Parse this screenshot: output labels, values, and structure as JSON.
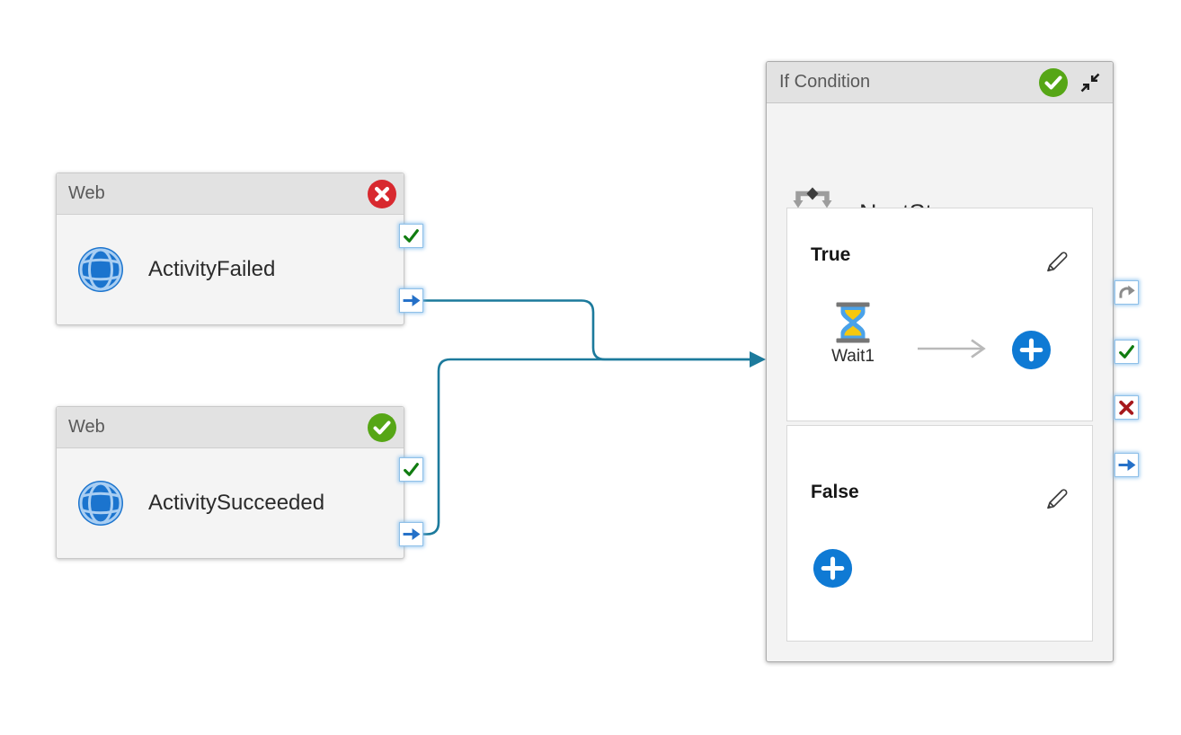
{
  "nodes": {
    "activity_failed": {
      "type_label": "Web",
      "name": "ActivityFailed",
      "status": "Failed",
      "status_icon": "error-circle-icon",
      "activity_icon": "globe-icon",
      "ports": [
        "success-check",
        "completion-arrow"
      ]
    },
    "activity_succeeded": {
      "type_label": "Web",
      "name": "ActivitySucceeded",
      "status": "Succeeded",
      "status_icon": "success-circle-icon",
      "activity_icon": "globe-icon",
      "ports": [
        "success-check",
        "completion-arrow"
      ]
    },
    "if_condition": {
      "type_label": "If Condition",
      "name": "NextStep",
      "status": "Succeeded",
      "status_icon": "success-circle-icon",
      "activity_icon": "if-condition-branch-icon",
      "collapse_icon": "collapse-diagonal-arrows-icon",
      "ports": [
        "skipped-curved-arrow",
        "success-check",
        "failure-x",
        "completion-arrow"
      ],
      "true_branch": {
        "label": "True",
        "edit_icon": "pencil-icon",
        "activities": [
          {
            "name": "Wait1",
            "type": "Wait",
            "icon": "hourglass-icon"
          }
        ],
        "add_icon": "plus-circle-icon"
      },
      "false_branch": {
        "label": "False",
        "edit_icon": "pencil-icon",
        "activities": [],
        "add_icon": "plus-circle-icon"
      }
    }
  },
  "connections": [
    {
      "from": "ActivityFailed",
      "to": "NextStep"
    },
    {
      "from": "ActivitySucceeded",
      "to": "NextStep"
    }
  ],
  "colors": {
    "connector": "#1c7a9c",
    "accent_blue": "#0f7ad4",
    "globe_blue": "#1b74ce",
    "success_green": "#56a616",
    "error_red": "#d8292f",
    "port_check_green": "#107c10",
    "port_x_red": "#a6181c",
    "port_arrow_blue": "#2470c8",
    "port_skip_gray": "#8c8c8c",
    "node_header_bg": "#e2e2e2",
    "node_body_bg": "#f4f4f4",
    "canvas_bg": "#ffffff"
  }
}
